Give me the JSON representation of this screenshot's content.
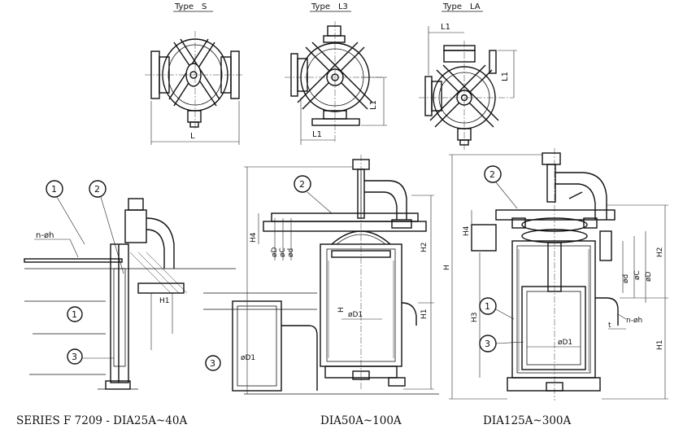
{
  "views": {
    "type_s": "Type　S",
    "type_l3": "Type　L3",
    "type_la": "Type　LA"
  },
  "dims": {
    "L": "L",
    "L1": "L1",
    "H": "H",
    "H1": "H1",
    "H2": "H2",
    "H3": "H3",
    "H4": "H4",
    "phiD": "øD",
    "phiC": "øC",
    "phid": "ød",
    "phiD1": "øD1",
    "nh": "n-øh",
    "t": "t"
  },
  "callouts": {
    "one": "1",
    "two": "2",
    "three": "3"
  },
  "captions": {
    "left": "SERIES F 7209 - DIA25A~40A",
    "middle": "DIA50A~100A",
    "right": "DIA125A~300A"
  }
}
